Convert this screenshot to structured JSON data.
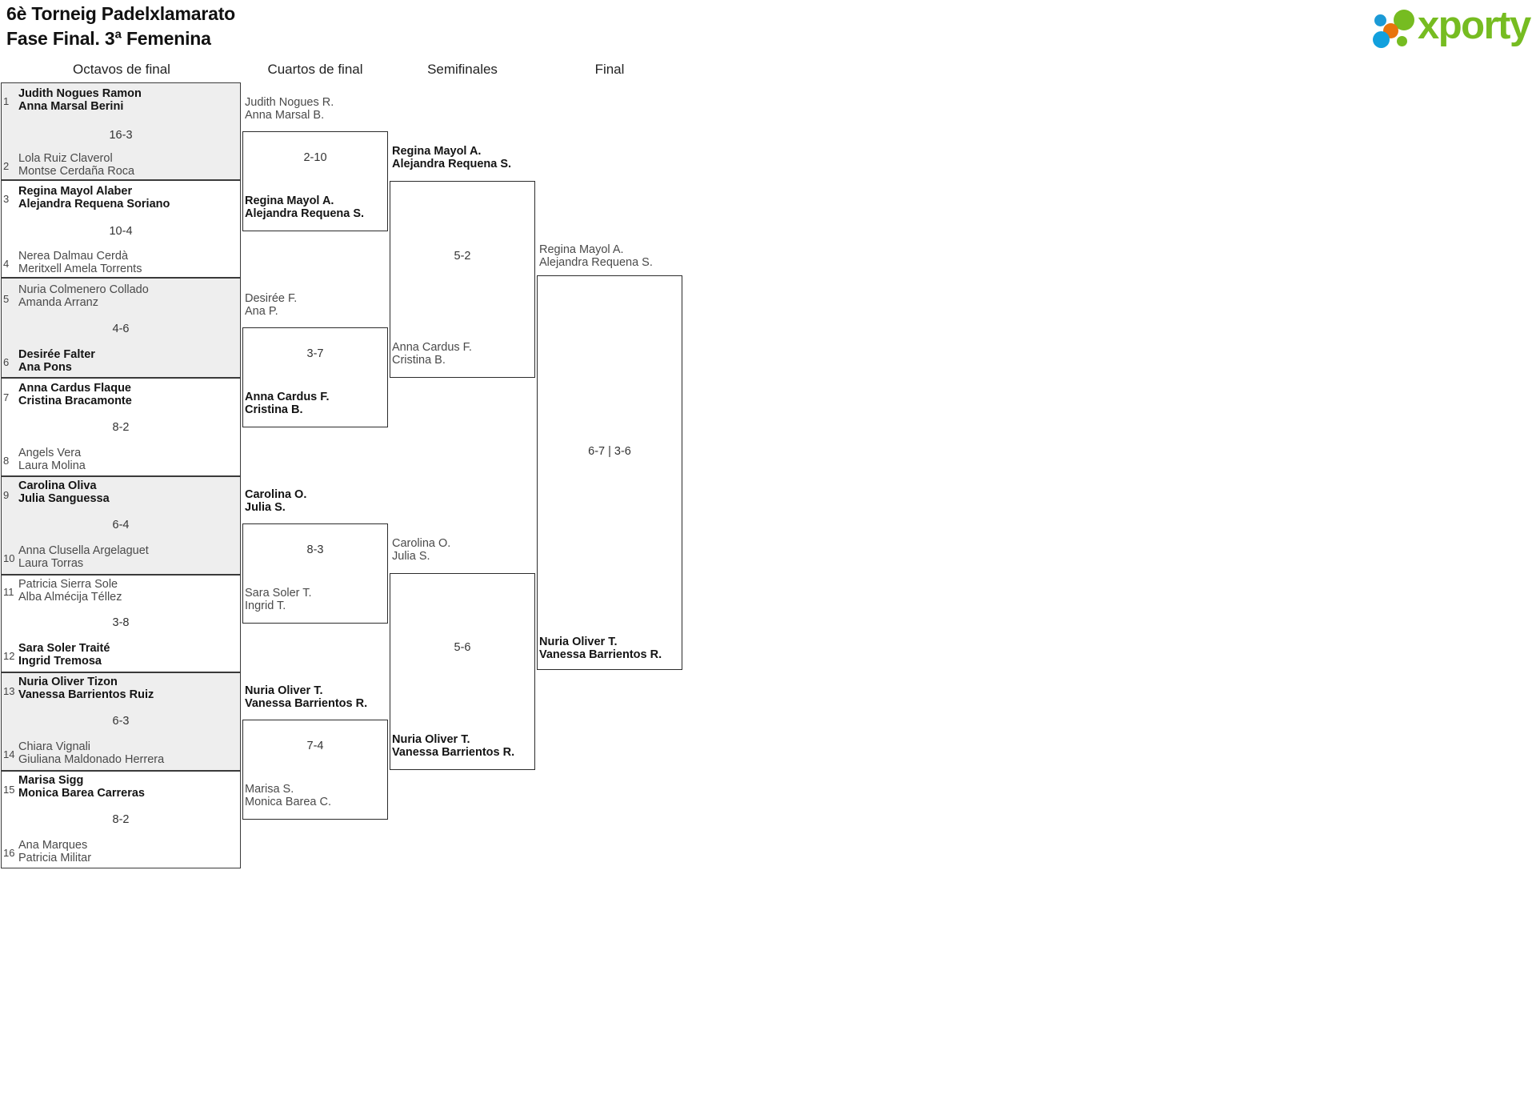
{
  "header": {
    "title_line1": "6è Torneig Padelxlamarato",
    "title_line2": "Fase Final. 3ª Femenina",
    "logo_word": "xporty",
    "logo_colors": {
      "green": "#76bc21",
      "blue": "#12a0dd",
      "blue_light": "#1b9ad6",
      "orange": "#e8740c"
    }
  },
  "rounds": [
    {
      "label": "Octavos de final"
    },
    {
      "label": "Cuartos de final"
    },
    {
      "label": "Semifinales"
    },
    {
      "label": "Final"
    }
  ],
  "round_of_16": [
    {
      "score": "16-3",
      "top": {
        "seed": "1",
        "p1": "Judith Nogues Ramon",
        "p2": "Anna Marsal Berini",
        "result": "winner"
      },
      "bottom": {
        "seed": "2",
        "p1": "Lola Ruiz Claverol",
        "p2": "Montse Cerdaña Roca",
        "result": "loser"
      }
    },
    {
      "score": "10-4",
      "top": {
        "seed": "3",
        "p1": "Regina Mayol Alaber",
        "p2": "Alejandra Requena Soriano",
        "result": "winner"
      },
      "bottom": {
        "seed": "4",
        "p1": "Nerea Dalmau Cerdà",
        "p2": "Meritxell Amela Torrents",
        "result": "loser"
      }
    },
    {
      "score": "4-6",
      "top": {
        "seed": "5",
        "p1": "Nuria Colmenero Collado",
        "p2": "Amanda Arranz",
        "result": "loser"
      },
      "bottom": {
        "seed": "6",
        "p1": "Desirée Falter",
        "p2": "Ana Pons",
        "result": "winner"
      }
    },
    {
      "score": "8-2",
      "top": {
        "seed": "7",
        "p1": "Anna Cardus Flaque",
        "p2": "Cristina Bracamonte",
        "result": "winner"
      },
      "bottom": {
        "seed": "8",
        "p1": "Angels Vera",
        "p2": "Laura Molina",
        "result": "loser"
      }
    },
    {
      "score": "6-4",
      "top": {
        "seed": "9",
        "p1": "Carolina Oliva",
        "p2": "Julia Sanguessa",
        "result": "winner"
      },
      "bottom": {
        "seed": "10",
        "p1": "Anna Clusella Argelaguet",
        "p2": "Laura Torras",
        "result": "loser"
      }
    },
    {
      "score": "3-8",
      "top": {
        "seed": "11",
        "p1": "Patricia Sierra Sole",
        "p2": "Alba Almécija Téllez",
        "result": "loser"
      },
      "bottom": {
        "seed": "12",
        "p1": "Sara Soler Traité",
        "p2": "Ingrid Tremosa",
        "result": "winner"
      }
    },
    {
      "score": "6-3",
      "top": {
        "seed": "13",
        "p1": "Nuria Oliver Tizon",
        "p2": "Vanessa Barrientos Ruiz",
        "result": "winner"
      },
      "bottom": {
        "seed": "14",
        "p1": "Chiara Vignali",
        "p2": "Giuliana Maldonado Herrera",
        "result": "loser"
      }
    },
    {
      "score": "8-2",
      "top": {
        "seed": "15",
        "p1": "Marisa Sigg",
        "p2": "Monica Barea Carreras",
        "result": "winner"
      },
      "bottom": {
        "seed": "16",
        "p1": "Ana Marques",
        "p2": "Patricia Militar",
        "result": "loser"
      }
    }
  ],
  "quarterfinals": [
    {
      "score": "2-10",
      "top": {
        "p1": "Judith Nogues R.",
        "p2": "Anna Marsal B.",
        "result": "loser"
      },
      "bottom": {
        "p1": "Regina Mayol A.",
        "p2": "Alejandra Requena S.",
        "result": "winner"
      }
    },
    {
      "score": "3-7",
      "top": {
        "p1": "Desirée F.",
        "p2": "Ana P.",
        "result": "loser"
      },
      "bottom": {
        "p1": "Anna Cardus F.",
        "p2": "Cristina B.",
        "result": "winner"
      }
    },
    {
      "score": "8-3",
      "top": {
        "p1": "Carolina O.",
        "p2": "Julia S.",
        "result": "winner"
      },
      "bottom": {
        "p1": "Sara Soler T.",
        "p2": "Ingrid T.",
        "result": "loser"
      }
    },
    {
      "score": "7-4",
      "top": {
        "p1": "Nuria Oliver T.",
        "p2": "Vanessa Barrientos R.",
        "result": "winner"
      },
      "bottom": {
        "p1": "Marisa S.",
        "p2": "Monica Barea C.",
        "result": "loser"
      }
    }
  ],
  "semifinals": [
    {
      "score": "5-2",
      "top": {
        "p1": "Regina Mayol A.",
        "p2": "Alejandra Requena S.",
        "result": "winner"
      },
      "bottom": {
        "p1": "Anna Cardus F.",
        "p2": "Cristina B.",
        "result": "loser"
      }
    },
    {
      "score": "5-6",
      "top": {
        "p1": "Carolina O.",
        "p2": "Julia S.",
        "result": "loser"
      },
      "bottom": {
        "p1": "Nuria Oliver T.",
        "p2": "Vanessa Barrientos R.",
        "result": "winner"
      }
    }
  ],
  "final": {
    "score": "6-7 | 3-6",
    "top": {
      "p1": "Regina Mayol A.",
      "p2": "Alejandra Requena S.",
      "result": "loser"
    },
    "bottom": {
      "p1": "Nuria Oliver T.",
      "p2": "Vanessa Barrientos R.",
      "result": "winner"
    }
  }
}
